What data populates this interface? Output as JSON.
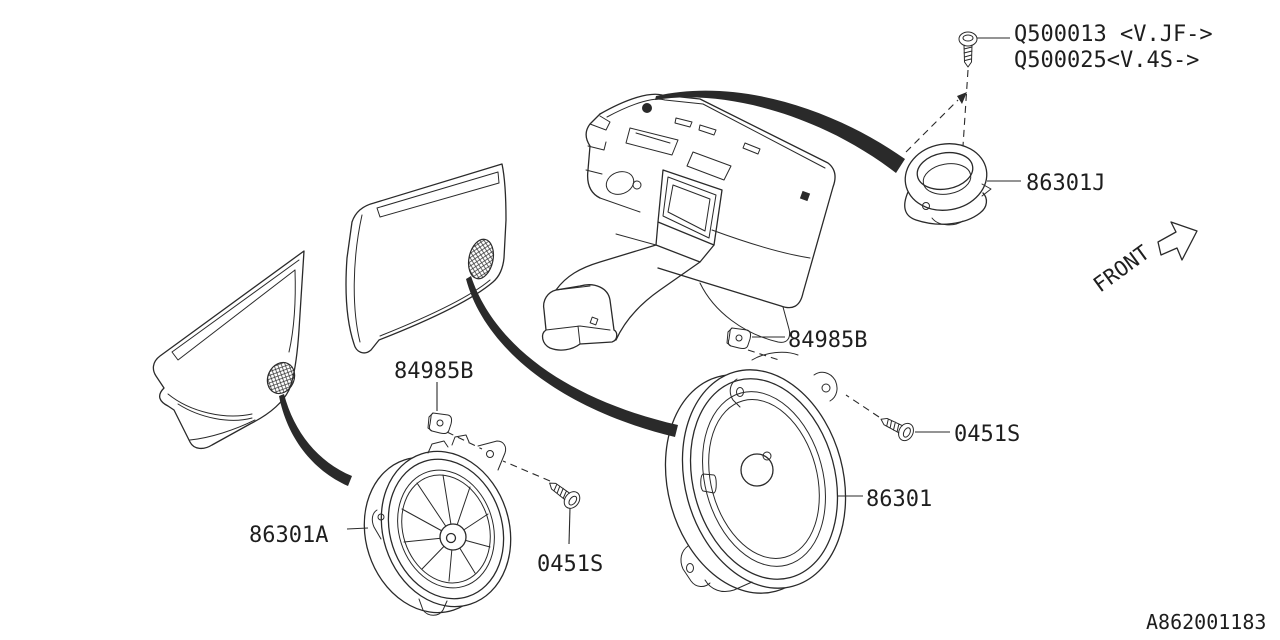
{
  "labels": {
    "screw_top_line1": "Q500013 <V.JF->",
    "screw_top_line2": "Q500025<V.4S->",
    "tweeter_bracket": "86301J",
    "clip_right": "84985B",
    "clip_left": "84985B",
    "screw_right": "0451S",
    "screw_bottom": "0451S",
    "speaker_door": "86301",
    "speaker_rear": "86301A",
    "direction": "FRONT",
    "doc_number": "A862001183"
  },
  "colors": {
    "line": "#2a2a2a",
    "background": "#ffffff",
    "text": "#1e1e1e"
  }
}
